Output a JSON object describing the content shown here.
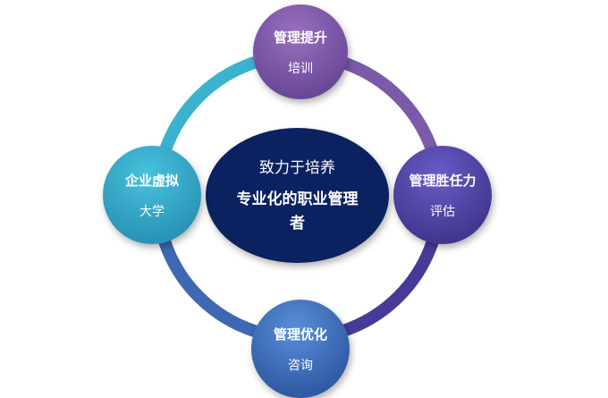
{
  "center": {
    "line1": "致力于培养",
    "line2": "专业化的职业管理者"
  },
  "nodes": {
    "top": {
      "title": "管理提升",
      "subtitle": "培训"
    },
    "left": {
      "title": "企业虚拟",
      "subtitle": "大学"
    },
    "right": {
      "title": "管理胜任力",
      "subtitle": "评估"
    },
    "bottom": {
      "title": "管理优化",
      "subtitle": "咨询"
    }
  },
  "colors": {
    "ring_top_left": "#3bb3cf",
    "ring_top_right": "#7b5aa8",
    "ring_bottom_right": "#473b98",
    "ring_bottom_left": "#3d68b2",
    "center": "#0b2160"
  }
}
